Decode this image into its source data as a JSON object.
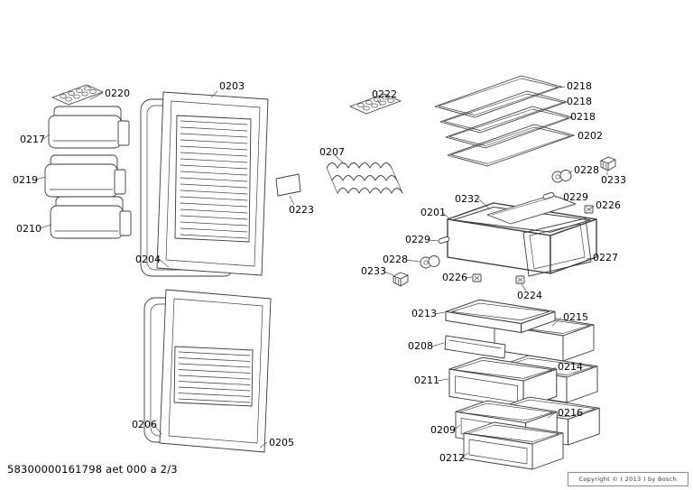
{
  "page": {
    "footer_doc_number": "58300000161798 aet 000 a 2/3",
    "copyright_notice": "Copyright © ( 2013 ) by Bosch",
    "background_color": "#ffffff",
    "line_color": "#3a3a3a"
  },
  "labels": [
    {
      "text": "0220"
    },
    {
      "text": "0217"
    },
    {
      "text": "0219"
    },
    {
      "text": "0210"
    },
    {
      "text": "0203"
    },
    {
      "text": "0204"
    },
    {
      "text": "0206"
    },
    {
      "text": "0205"
    },
    {
      "text": "0222"
    },
    {
      "text": "0207"
    },
    {
      "text": "0223"
    },
    {
      "text": "0218"
    },
    {
      "text": "0218"
    },
    {
      "text": "0218"
    },
    {
      "text": "0202"
    },
    {
      "text": "0228"
    },
    {
      "text": "0233"
    },
    {
      "text": "0232"
    },
    {
      "text": "0229"
    },
    {
      "text": "0226"
    },
    {
      "text": "0201"
    },
    {
      "text": "0229"
    },
    {
      "text": "0228"
    },
    {
      "text": "0233"
    },
    {
      "text": "0226"
    },
    {
      "text": "0227"
    },
    {
      "text": "0224"
    },
    {
      "text": "0213"
    },
    {
      "text": "0215"
    },
    {
      "text": "0208"
    },
    {
      "text": "0211"
    },
    {
      "text": "0214"
    },
    {
      "text": "0209"
    },
    {
      "text": "0216"
    },
    {
      "text": "0212"
    }
  ]
}
